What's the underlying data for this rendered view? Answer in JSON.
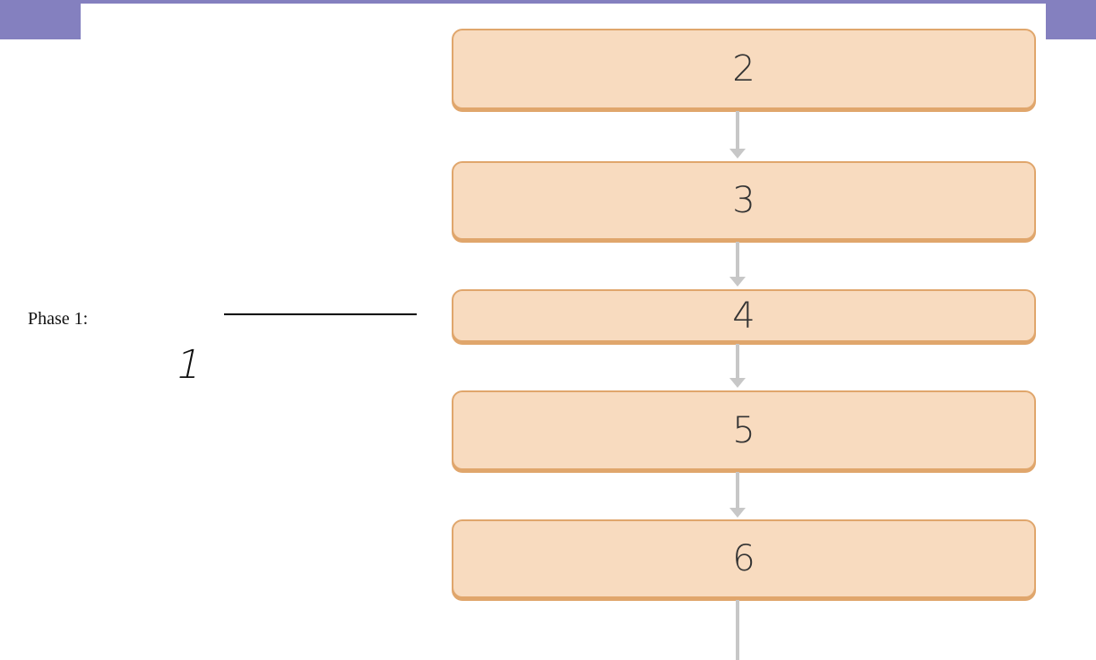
{
  "header": {
    "accent_color": "#8480bf"
  },
  "left_panel": {
    "phase_label": "Phase 1:",
    "handwritten_answer": "1"
  },
  "flowchart": {
    "box_fill_color": "#f8dbbf",
    "box_border_color": "#e0a66c",
    "arrow_color": "#c7c7c7",
    "steps": [
      {
        "label": "2"
      },
      {
        "label": "3"
      },
      {
        "label": "4"
      },
      {
        "label": "5"
      },
      {
        "label": "6"
      }
    ]
  }
}
